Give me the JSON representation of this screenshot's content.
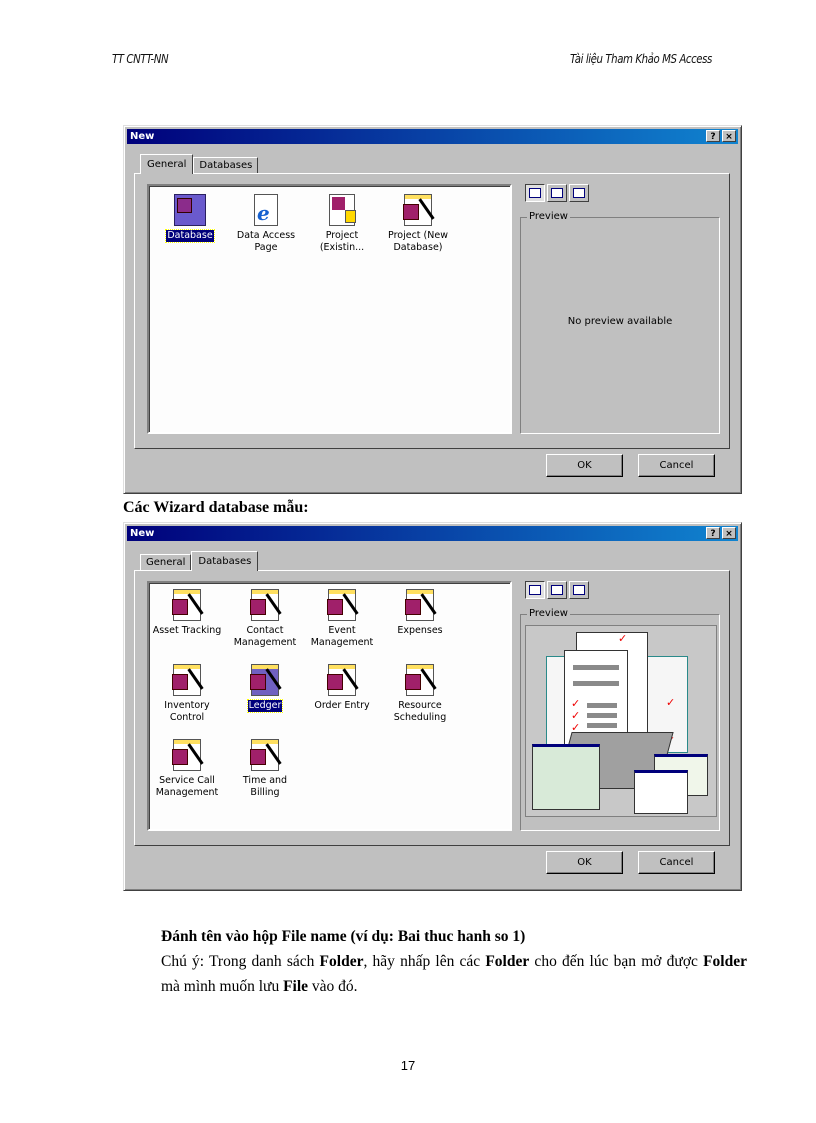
{
  "header": {
    "left": "TT CNTT-NN",
    "right": "Tài liệu Tham Khảo MS Access"
  },
  "dialog1": {
    "title": "New",
    "help_button": "?",
    "close_button": "×",
    "tabs": [
      {
        "label": "General",
        "active": true
      },
      {
        "label": "Databases",
        "active": false
      }
    ],
    "items": [
      {
        "label": "Database",
        "icon": "database-icon",
        "selected": true
      },
      {
        "label": "Data Access Page",
        "icon": "data-access-page-icon",
        "selected": false
      },
      {
        "label": "Project (Existin...",
        "icon": "project-existing-icon",
        "selected": false
      },
      {
        "label": "Project (New Database)",
        "icon": "project-new-database-icon",
        "selected": false
      }
    ],
    "view_buttons": [
      "large-icons",
      "list",
      "details"
    ],
    "preview_label": "Preview",
    "preview_text": "No preview available",
    "ok_label": "OK",
    "cancel_label": "Cancel"
  },
  "caption": "Các Wizard database mẫu:",
  "dialog2": {
    "title": "New",
    "help_button": "?",
    "close_button": "×",
    "tabs": [
      {
        "label": "General",
        "active": false
      },
      {
        "label": "Databases",
        "active": true
      }
    ],
    "items": [
      {
        "label": "Asset Tracking",
        "selected": false
      },
      {
        "label": "Contact Management",
        "selected": false
      },
      {
        "label": "Event Management",
        "selected": false
      },
      {
        "label": "Expenses",
        "selected": false
      },
      {
        "label": "Inventory Control",
        "selected": false
      },
      {
        "label": "Ledger",
        "selected": true
      },
      {
        "label": "Order Entry",
        "selected": false
      },
      {
        "label": "Resource Scheduling",
        "selected": false
      },
      {
        "label": "Service Call Management",
        "selected": false
      },
      {
        "label": "Time and Billing",
        "selected": false
      }
    ],
    "view_buttons": [
      "large-icons",
      "list",
      "details"
    ],
    "preview_label": "Preview",
    "ok_label": "OK",
    "cancel_label": "Cancel"
  },
  "body": {
    "heading": "Đánh tên vào hộp File name (ví dụ: Bai thuc hanh so 1)",
    "note_parts": [
      "Chú ý: Trong danh sách ",
      "Folder",
      ", hãy nhấp lên các ",
      "Folder",
      " cho đến lúc bạn mở được ",
      "Folder",
      " mà mình muốn lưu ",
      "File",
      " vào đó."
    ]
  },
  "page_number": "17"
}
